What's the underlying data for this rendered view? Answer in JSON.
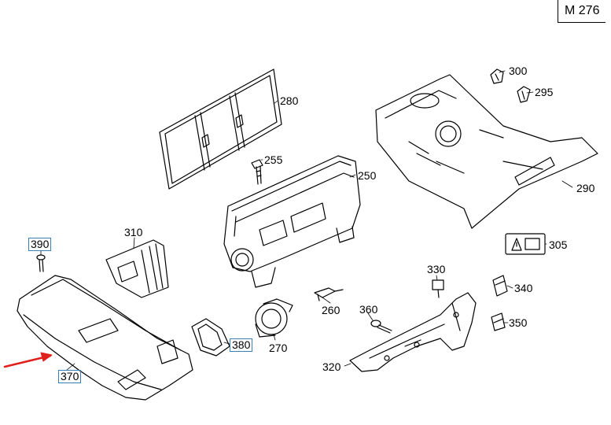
{
  "diagram_code": "M 276",
  "parts": {
    "p300": "300",
    "p295": "295",
    "p280": "280",
    "p255": "255",
    "p250": "250",
    "p290": "290",
    "p310": "310",
    "p390": "390",
    "p305": "305",
    "p330": "330",
    "p340": "340",
    "p260": "260",
    "p360": "360",
    "p350": "350",
    "p380": "380",
    "p270": "270",
    "p320": "320",
    "p370": "370"
  },
  "highlighted_parts": [
    "390",
    "380",
    "370"
  ],
  "colors": {
    "highlight_box": "#3a7fb8",
    "arrow": "#e0201c",
    "line": "#000000"
  }
}
